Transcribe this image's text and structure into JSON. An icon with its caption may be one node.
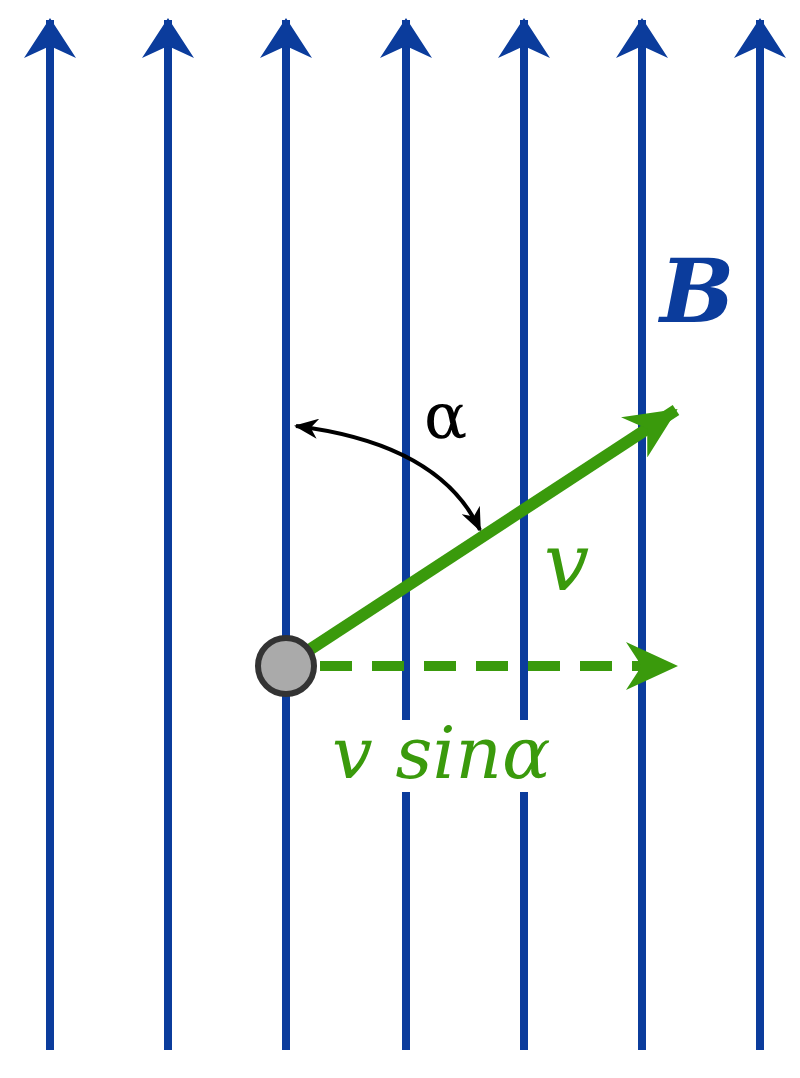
{
  "diagram": {
    "labels": [
      "B",
      "α",
      "v",
      "v sinα"
    ]
  }
}
